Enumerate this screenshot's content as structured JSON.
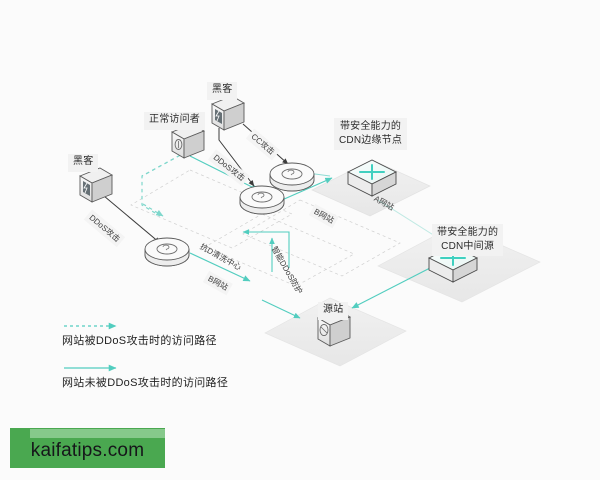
{
  "diagram": {
    "title": "DDoS / CDN security access path diagram",
    "colors": {
      "background": "#fbfbfb",
      "teal": "#52cdbf",
      "teal_light": "#8fdcd3",
      "dark_line": "#3b3b3b",
      "platform": "#eeeeee",
      "node_fill": "#f4f4f4",
      "node_stroke": "#5a5a5a",
      "watermark_green": "#4aa850",
      "watermark_green_light": "#86c98b",
      "chip_bg": "#f2f2f2",
      "text": "#2b2b2b"
    },
    "nodes": [
      {
        "id": "hacker-top",
        "label": "黑客",
        "type": "hacker-server-icon"
      },
      {
        "id": "hacker-left",
        "label": "黑客",
        "type": "hacker-server-icon"
      },
      {
        "id": "normal-visitor",
        "label": "正常访问者",
        "type": "user-server-icon"
      },
      {
        "id": "shield-a",
        "label": "",
        "type": "shield-disc-icon"
      },
      {
        "id": "shield-b",
        "label": "",
        "type": "shield-disc-icon"
      },
      {
        "id": "shield-c",
        "label": "",
        "type": "shield-disc-icon"
      },
      {
        "id": "cdn-edge",
        "label": "带安全能力的\nCDN边缘节点",
        "label_line1": "带安全能力的",
        "label_line2": "CDN边缘节点",
        "type": "cdn-cube-icon"
      },
      {
        "id": "cdn-midsource",
        "label": "带安全能力的\nCDN中间源",
        "label_line1": "带安全能力的",
        "label_line2": "CDN中间源",
        "type": "cdn-cube-icon"
      },
      {
        "id": "origin-site",
        "label": "源站",
        "type": "origin-server-icon"
      }
    ],
    "route_labels": [
      {
        "id": "cc-attack",
        "text": "CC攻击"
      },
      {
        "id": "ddos-attack-top",
        "text": "DDoS攻击"
      },
      {
        "id": "ddos-attack-left",
        "text": "DDoS攻击"
      },
      {
        "id": "site-a-upper",
        "text": "A网站"
      },
      {
        "id": "site-b-upper",
        "text": "B网站"
      },
      {
        "id": "site-b-lower",
        "text": "B网站"
      },
      {
        "id": "scrub-center",
        "text": "抗D清洗中心"
      },
      {
        "id": "smart-protection",
        "text": "智能DDoS防护"
      }
    ],
    "legend": {
      "items": [
        {
          "style": "dashed",
          "text": "网站被DDoS攻击时的访问路径"
        },
        {
          "style": "solid",
          "text": "网站未被DDoS攻击时的访问路径"
        }
      ]
    }
  },
  "watermark": {
    "text": "kaifatips.com"
  }
}
